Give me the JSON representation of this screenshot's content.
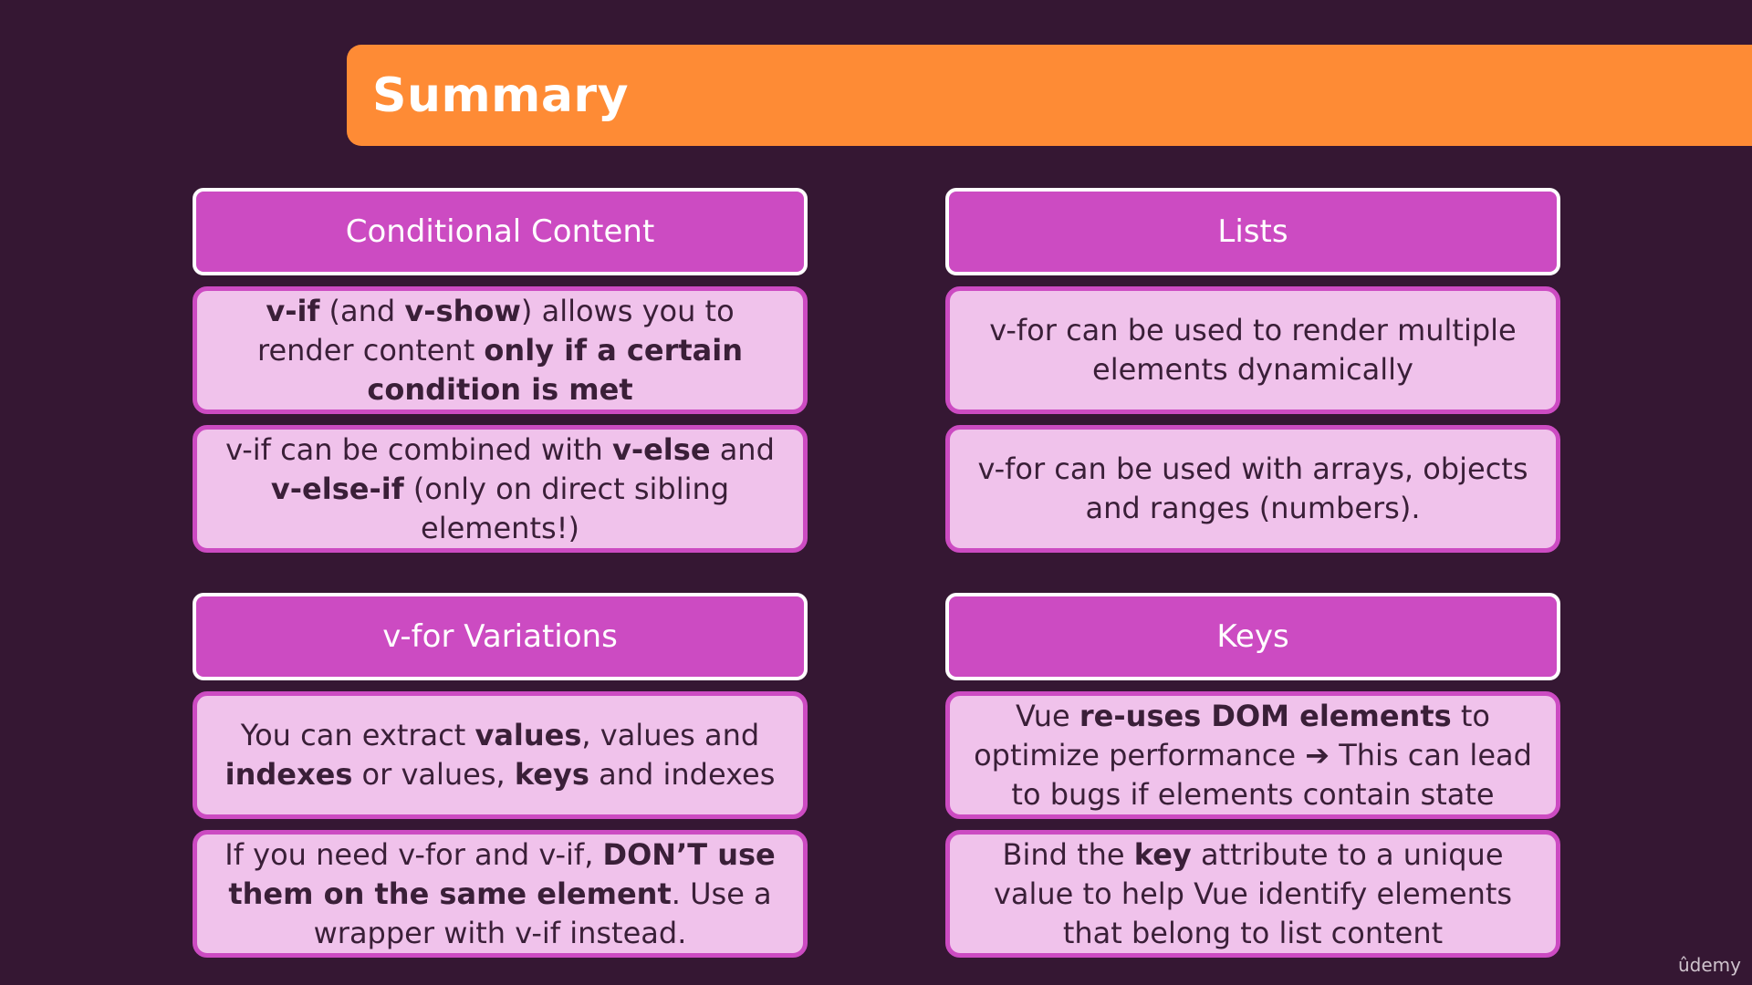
{
  "title": "Summary",
  "logo": "ûdemy",
  "sections": [
    {
      "header": "Conditional Content",
      "cards": [
        [
          {
            "t": "v-if",
            "b": true
          },
          {
            "t": " (and ",
            "b": false
          },
          {
            "t": "v-show",
            "b": true
          },
          {
            "t": ") allows you to render content ",
            "b": false
          },
          {
            "t": "only if a certain condition is met",
            "b": true
          }
        ],
        [
          {
            "t": "v-if can be combined with ",
            "b": false
          },
          {
            "t": "v-else",
            "b": true
          },
          {
            "t": " and ",
            "b": false
          },
          {
            "t": "v-else-if",
            "b": true
          },
          {
            "t": " (only on direct sibling elements!)",
            "b": false
          }
        ]
      ]
    },
    {
      "header": "Lists",
      "cards": [
        [
          {
            "t": "v-for can be used to render multiple elements dynamically",
            "b": false
          }
        ],
        [
          {
            "t": "v-for can be used with arrays, objects and ranges (numbers).",
            "b": false
          }
        ]
      ]
    },
    {
      "header": "v-for Variations",
      "cards": [
        [
          {
            "t": "You can extract ",
            "b": false
          },
          {
            "t": "values",
            "b": true
          },
          {
            "t": ", values and ",
            "b": false
          },
          {
            "t": "indexes",
            "b": true
          },
          {
            "t": " or values, ",
            "b": false
          },
          {
            "t": "keys",
            "b": true
          },
          {
            "t": " and indexes",
            "b": false
          }
        ],
        [
          {
            "t": "If you need v-for and v-if, ",
            "b": false
          },
          {
            "t": "DON’T use them on the same element",
            "b": true
          },
          {
            "t": ". Use a wrapper with v-if instead.",
            "b": false
          }
        ]
      ]
    },
    {
      "header": "Keys",
      "cards": [
        [
          {
            "t": "Vue ",
            "b": false
          },
          {
            "t": "re-uses DOM elements",
            "b": true
          },
          {
            "t": " to optimize performance ",
            "b": false
          },
          {
            "t": "➔",
            "b": true
          },
          {
            "t": " This can lead to bugs if elements contain state",
            "b": false
          }
        ],
        [
          {
            "t": "Bind the ",
            "b": false
          },
          {
            "t": "key",
            "b": true
          },
          {
            "t": " attribute to a unique value to help Vue identify elements that belong to list content",
            "b": false
          }
        ]
      ]
    }
  ]
}
